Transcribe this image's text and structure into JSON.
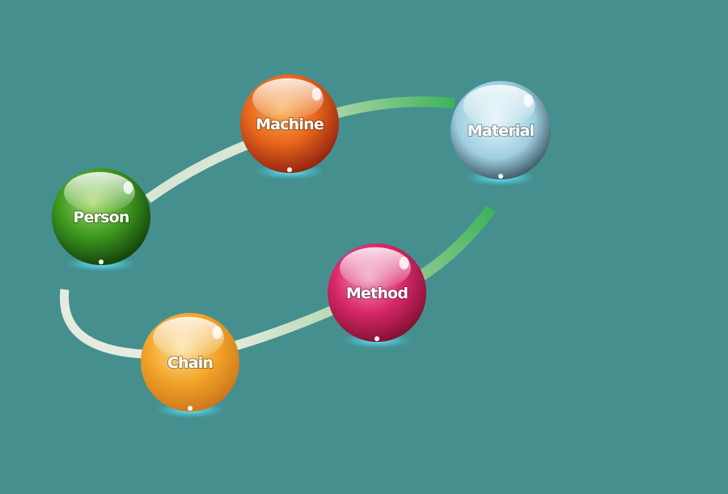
{
  "nodes": [
    {
      "id": "person",
      "label": "Person",
      "color": "#3f9a1f"
    },
    {
      "id": "machine",
      "label": "Machine",
      "color": "#e8671c"
    },
    {
      "id": "material",
      "label": "Material",
      "color": "#9fcfe0"
    },
    {
      "id": "method",
      "label": "Method",
      "color": "#d9286a"
    },
    {
      "id": "chain",
      "label": "Chain",
      "color": "#f3a62a"
    }
  ],
  "colors": {
    "background": "#45908f",
    "path_light": "#dfe8d8",
    "path_green": "#3bb35a"
  }
}
